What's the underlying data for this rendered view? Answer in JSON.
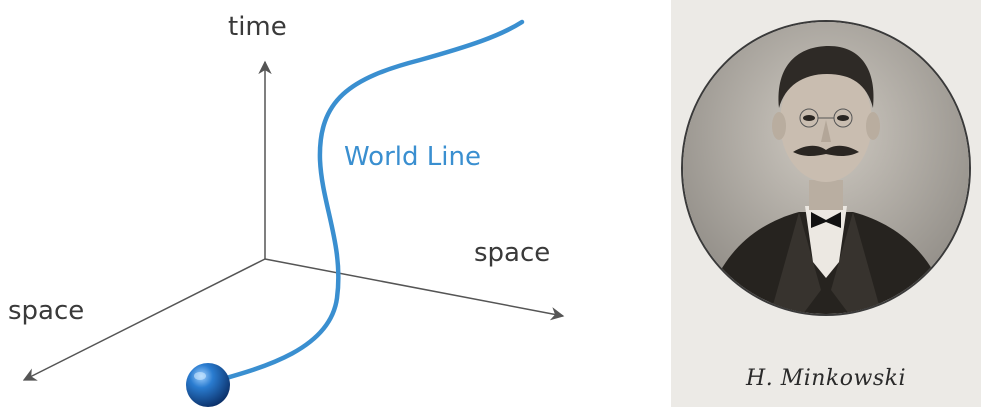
{
  "diagram": {
    "axis_time_label": "time",
    "axis_space_right_label": "space",
    "axis_space_left_label": "space",
    "world_line_label": "World Line",
    "colors": {
      "axis": "#555555",
      "world_line": "#3a8fd0",
      "particle": "#1a5ea8"
    }
  },
  "portrait": {
    "signature": "H. Minkowski"
  }
}
